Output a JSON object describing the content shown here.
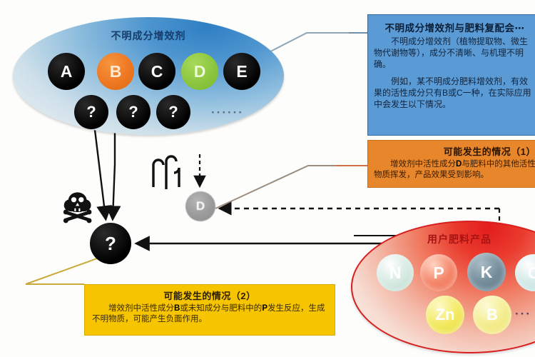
{
  "diagram": {
    "source_ellipse": {
      "title": "不明成分增效剂",
      "components": [
        {
          "id": "A",
          "label": "A",
          "color": "#000000"
        },
        {
          "id": "B",
          "label": "B",
          "color": "#ee7722"
        },
        {
          "id": "C",
          "label": "C",
          "color": "#000000"
        },
        {
          "id": "D",
          "label": "D",
          "color": "#8cc63f"
        },
        {
          "id": "E",
          "label": "E",
          "color": "#000000"
        },
        {
          "id": "q1",
          "label": "?",
          "color": "#000000"
        },
        {
          "id": "q2",
          "label": "?",
          "color": "#000000"
        },
        {
          "id": "q3",
          "label": "?",
          "color": "#000000"
        }
      ],
      "ellipsis": "······"
    },
    "product_ellipse": {
      "title": "用户肥料产品",
      "nutrients": [
        {
          "id": "N",
          "label": "N",
          "color": "#cfe5dc"
        },
        {
          "id": "P",
          "label": "P",
          "color": "#f4866a"
        },
        {
          "id": "K",
          "label": "K",
          "color": "#748d9b"
        },
        {
          "id": "C",
          "label": "C",
          "color": "#c9e6e2"
        },
        {
          "id": "Zn",
          "label": "Zn",
          "color": "#f2e85c"
        },
        {
          "id": "B",
          "label": "B",
          "color": "#f4ec8c"
        }
      ],
      "ellipsis": "···"
    },
    "volatilized_node": {
      "label": "D"
    },
    "unknown_product_node": {
      "label": "?"
    },
    "hazard_icon": "skull-and-crossbones",
    "volatilize_icon": "evaporation-arrows"
  },
  "callouts": {
    "blue": {
      "title": "不明成分增效剂与肥料复配会⋯",
      "paragraph1": "不明成分增效剂（植物提取物、微生物代谢物等），成分不清晰、与机理不明确。",
      "paragraph2": "例如，某不明成分肥料增效剂，有效果的活性成分只有B或C一种，在实际应用中会发生以下情况。"
    },
    "orange": {
      "title": "可能发生的情况（1）",
      "body_prefix": "增效剂中活性成分",
      "body_highlight": "D",
      "body_suffix": "与肥料中的其他活性物质挥发，产品效果受到影响。"
    },
    "yellow": {
      "title": "可能发生的情况（2）",
      "body_part1": "增效剂中活性成分",
      "body_highlight1": "B",
      "body_part2": "或未知成分与肥料中的",
      "body_highlight2": "P",
      "body_part3": "发生反应，生成不明物质，可能产生负面作用。"
    }
  },
  "colors": {
    "blue_box": "#5b9bd5",
    "orange_box": "#e8862b",
    "yellow_box": "#f7c400",
    "red_ellipse_border": "#d81e1e",
    "blue_ellipse": "#4d95cf"
  }
}
